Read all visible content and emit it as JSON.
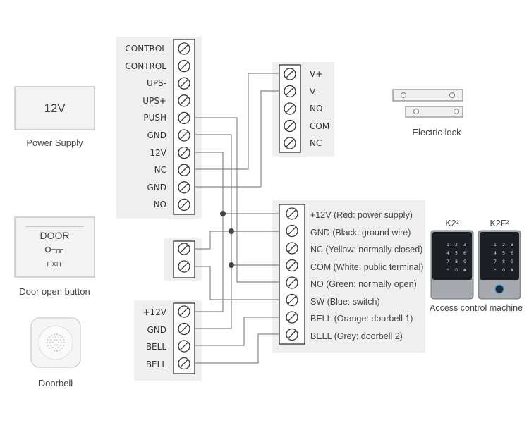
{
  "main_controller": {
    "terminals": [
      "CONTROL",
      "CONTROL",
      "UPS-",
      "UPS+",
      "PUSH",
      "GND",
      "12V",
      "NC",
      "GND",
      "NO"
    ]
  },
  "lock_terminal": {
    "terminals": [
      "V+",
      "V-",
      "NO",
      "COM",
      "NC"
    ]
  },
  "reader_terminal": {
    "terminals": [
      "+12V (Red: power supply)",
      "GND (Black: ground wire)",
      "NC (Yellow: normally closed)",
      "COM (White: public terminal)",
      "NO (Green: normally open)",
      "SW (Blue: switch)",
      "BELL (Orange: doorbell 1)",
      "BELL (Grey: doorbell 2)"
    ]
  },
  "bell_terminal": {
    "terminals": [
      "+12V",
      "GND",
      "BELL",
      "BELL"
    ]
  },
  "power_supply": {
    "text": "12V",
    "caption": "Power Supply"
  },
  "door_button": {
    "title": "DOOR",
    "sub": "EXIT",
    "caption": "Door open button"
  },
  "doorbell": {
    "caption": "Doorbell"
  },
  "electric_lock": {
    "caption": "Electric lock"
  },
  "access_machine": {
    "model_1": "K2²",
    "model_2": "K2F²",
    "caption": "Access control machine",
    "keys": [
      "1",
      "2",
      "3",
      "4",
      "5",
      "6",
      "7",
      "8",
      "9",
      "*",
      "0",
      "#"
    ]
  },
  "colors": {
    "panel": "#efefef",
    "wire": "#888888",
    "screw": "#333333"
  }
}
